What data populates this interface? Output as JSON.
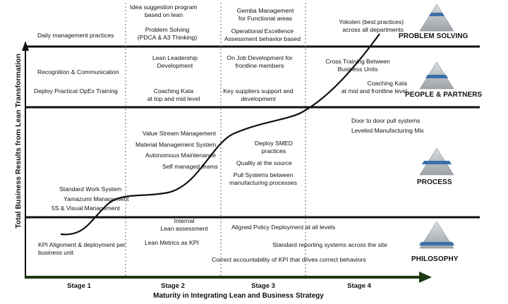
{
  "axes": {
    "y_label": "Total Business Results from Lean Transformation",
    "x_label": "Maturity in Integrating Lean and Business Strategy",
    "stages": [
      "Stage 1",
      "Stage 2",
      "Stage 3",
      "Stage 4"
    ]
  },
  "layers": {
    "problem_solving": "PROBLEM SOLVING",
    "people_partners": "PEOPLE & PARTNERS",
    "process": "PROCESS",
    "philosophy": "PHILOSOPHY"
  },
  "items": {
    "ps_daily": "Daily management  practices",
    "ps_idea_1": "Idea suggestion program",
    "ps_idea_2": "based on lean",
    "ps_probsolve_1": "Problem Solving",
    "ps_probsolve_2": "(PDCA & A3 Thinking)",
    "ps_gemba_1": "Gemba Management",
    "ps_gemba_2": "for Functional areas",
    "ps_opex_1": "Operational Excellence",
    "ps_opex_2": "Assessment behavior based",
    "ps_yokoten_1": "Yokoten (best practices)",
    "ps_yokoten_2": "across all departments",
    "pp_recognition": "Recognition & Communication",
    "pp_deploy": "Deploy Practical OpEx Training",
    "pp_leadership_1": "Lean Leadership",
    "pp_leadership_2": "Development",
    "pp_coaching_1": "Coaching Kata",
    "pp_coaching_2": "at top and mid level",
    "pp_ojd_1": "On Job Development for",
    "pp_ojd_2": "frontline members",
    "pp_suppliers_1": "Key suppliers support and",
    "pp_suppliers_2": "development",
    "pp_cross_1": "Cross Training Between",
    "pp_cross_2": "Business Units",
    "pp_coaching2_1": "Coaching Kata",
    "pp_coaching2_2": "at mid  and frontline level",
    "pr_vsm": "Value Stream Management",
    "pr_mms": "Material Management System",
    "pr_am": "Autonomous Maintenance",
    "pr_smt": "Self managed teams",
    "pr_sws": "Standard Work System",
    "pr_yamazumi": "Yamazumi  Management",
    "pr_5s": "5S & Visual Management",
    "pr_smed_1": "Deploy SMED",
    "pr_smed_2": "practices",
    "pr_quality": "Quality at the source",
    "pr_pull_1": "Pull  Systems between",
    "pr_pull_2": "manufacturing processes",
    "pr_door": "Door to door pull systems",
    "pr_mix": "Leveled Manufacturing Mix",
    "ph_kpi_1": "KPI  Alignment & deployment per",
    "ph_kpi_2": "business unit",
    "ph_internal_1": "Internal",
    "ph_internal_2": "Lean assessment",
    "ph_metrics": "Lean Metrics as KPI",
    "ph_policy": "Aligned Policy Deployment at all levels",
    "ph_standard": "Standard reporting systems across the site",
    "ph_accountability": "Correct  accountability  of KPI that drives correct behaviors"
  },
  "colors": {
    "pyramid_top": "#3a6fa8",
    "pyramid_body": "#bfc3c8",
    "line": "#111111",
    "axis_arrow": "#1f3a12"
  }
}
